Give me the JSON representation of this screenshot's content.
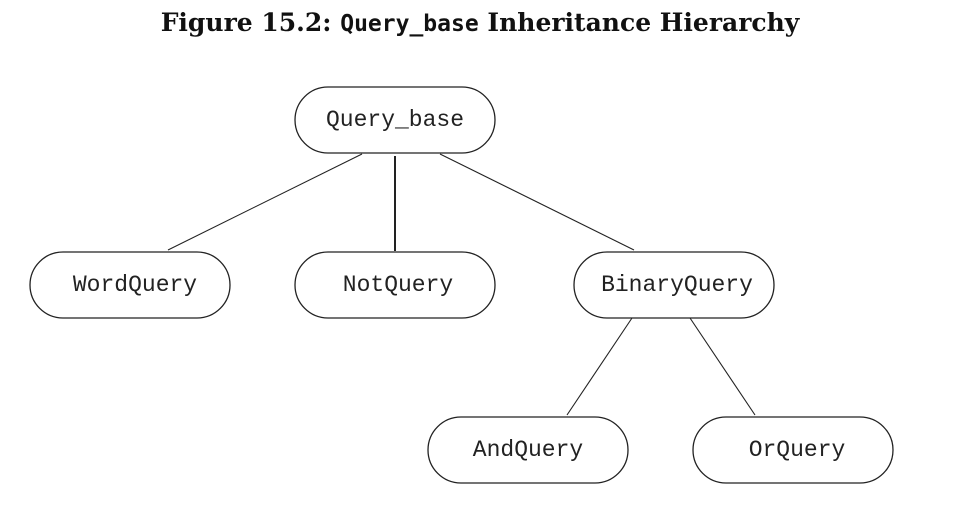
{
  "figure": {
    "title_prefix": "Figure 15.2:",
    "title_code": "Query_base",
    "title_suffix": "Inheritance Hierarchy"
  },
  "nodes": {
    "query_base": "Query_base",
    "word_query": "WordQuery",
    "not_query": "NotQuery",
    "binary_query": "BinaryQuery",
    "and_query": "AndQuery",
    "or_query": "OrQuery"
  },
  "edges": [
    {
      "from": "query_base",
      "to": "word_query"
    },
    {
      "from": "query_base",
      "to": "not_query"
    },
    {
      "from": "query_base",
      "to": "binary_query"
    },
    {
      "from": "binary_query",
      "to": "and_query"
    },
    {
      "from": "binary_query",
      "to": "or_query"
    }
  ]
}
